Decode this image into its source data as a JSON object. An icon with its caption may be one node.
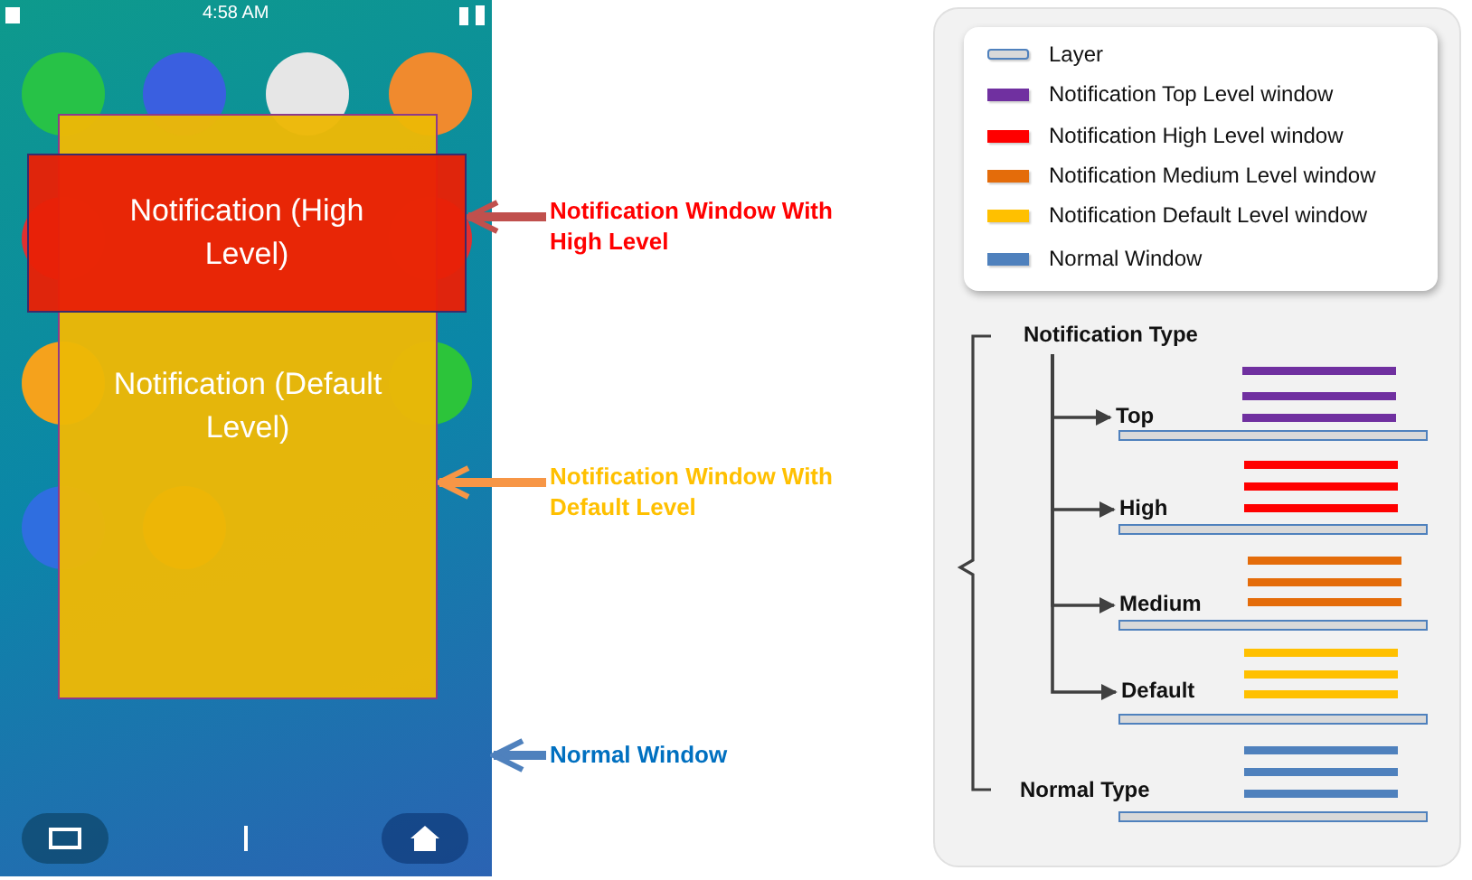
{
  "diagram": {
    "nodes": [
      {
        "text": [],
        "shape": "picture"
      },
      {
        "text": [
          "Notification (High Level)"
        ],
        "in": 0
      },
      {
        "text": [
          "Notification (Default Level)"
        ],
        "in": 0
      },
      {
        "text": [
          "Notification Window With High Level"
        ]
      },
      {
        "text": [
          "Notification Window With Default Level"
        ]
      },
      {
        "text": [
          "Normal Window"
        ]
      },
      {
        "text": [
          "Notification Type"
        ]
      },
      {
        "text": [
          "Top"
        ]
      },
      {
        "text": [
          "High"
        ]
      },
      {
        "text": [
          "Medium"
        ]
      },
      {
        "text": [
          "Default"
        ]
      },
      {
        "text": [
          "Normal Type"
        ]
      }
    ],
    "edges": [
      {
        "from": 3,
        "to": 1,
        "arrow": "to",
        "style": "thick",
        "color": "#c0504d"
      },
      {
        "from": 4,
        "to": 2,
        "arrow": "to",
        "style": "thick",
        "color": "#f79646"
      },
      {
        "from": 5,
        "to": 0,
        "arrow": "to",
        "style": "thick",
        "color": "#4f81bd"
      },
      {
        "from": 6,
        "to": 7,
        "arrow": "to"
      },
      {
        "from": 6,
        "to": 8,
        "arrow": "to"
      },
      {
        "from": 6,
        "to": 9,
        "arrow": "to"
      },
      {
        "from": 6,
        "to": 10,
        "arrow": "to"
      }
    ],
    "labels": [
      "4:58 AM"
    ],
    "legend": [
      {
        "text": "Layer"
      },
      {
        "text": "Notification Top Level window",
        "color": "#7030a0"
      },
      {
        "text": "Notification High Level window",
        "color": "#ff0000"
      },
      {
        "text": "Notification Medium Level window",
        "color": "#e46c0a"
      },
      {
        "text": "Notification Default Level window",
        "color": "#ffc000"
      },
      {
        "text": "Normal Window",
        "color": "#4f81bd"
      }
    ]
  }
}
